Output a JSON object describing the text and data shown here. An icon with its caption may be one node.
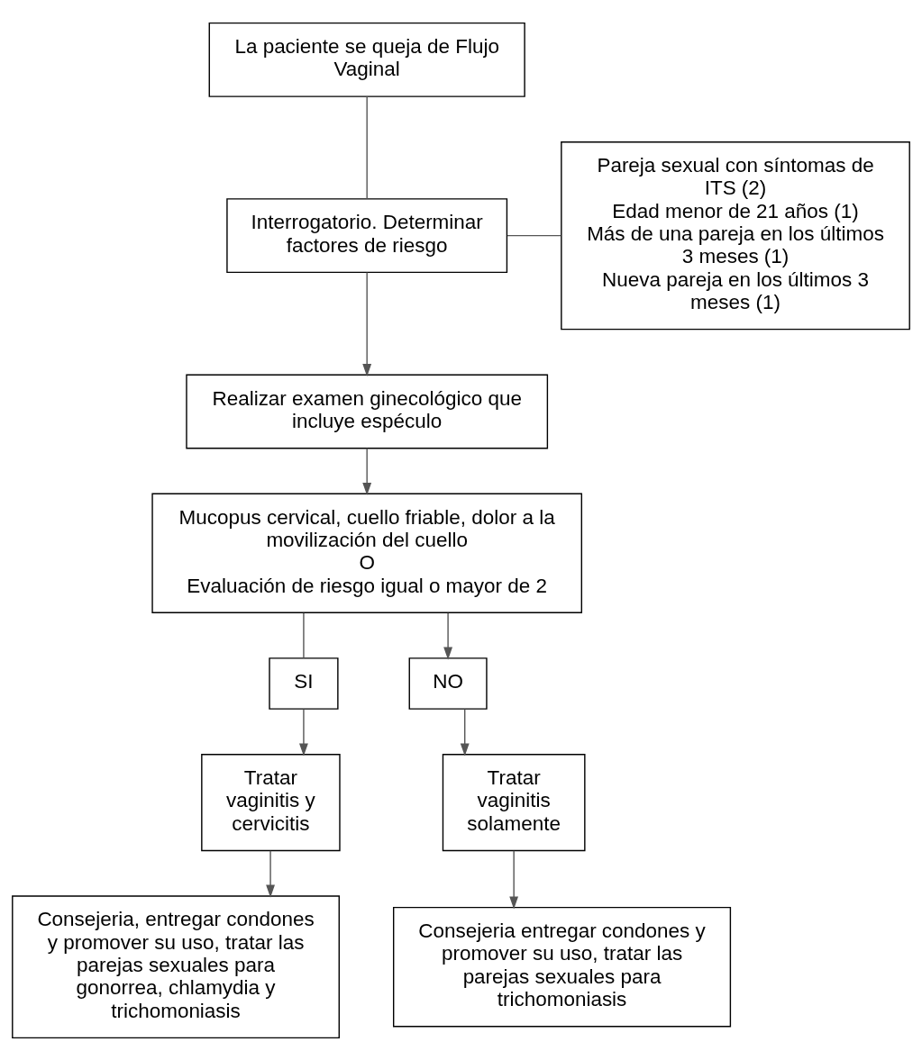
{
  "diagram": {
    "nodes": [
      {
        "text": [
          "La paciente se queja de Flujo Vaginal"
        ]
      },
      {
        "text": [
          "Interrogatorio. Determinar factores de riesgo"
        ]
      },
      {
        "text": [
          "Pareja sexual con síntomas de ITS (2)",
          "Edad menor de 21 años (1)",
          "Más de una pareja en los últimos 3 meses (1)",
          "Nueva pareja en los últimos 3 meses (1)"
        ]
      },
      {
        "text": [
          "Realizar examen ginecológico que incluye espéculo"
        ]
      },
      {
        "text": [
          "Mucopus cervical, cuello friable, dolor a la movilización del cuello",
          "O",
          "Evaluación de riesgo igual o mayor de 2"
        ]
      },
      {
        "text": [
          "SI"
        ]
      },
      {
        "text": [
          "NO"
        ]
      },
      {
        "text": [
          "Tratar vaginitis y cervicitis"
        ]
      },
      {
        "text": [
          "Tratar vaginitis solamente"
        ]
      },
      {
        "text": [
          "Consejeria, entregar condones y promover su uso, tratar las parejas sexuales para gonorrea, chlamydia y trichomoniasis"
        ]
      },
      {
        "text": [
          "Consejeria entregar condones y promover su uso, tratar las parejas sexuales para trichomoniasis"
        ]
      }
    ],
    "edges": [
      {
        "from": 0,
        "to": 1,
        "arrow": "none"
      },
      {
        "from": 1,
        "to": 2,
        "arrow": "none"
      },
      {
        "from": 1,
        "to": 3,
        "arrow": "to"
      },
      {
        "from": 3,
        "to": 4,
        "arrow": "to"
      },
      {
        "from": 4,
        "to": 5,
        "arrow": "none"
      },
      {
        "from": 4,
        "to": 6,
        "arrow": "to"
      },
      {
        "from": 5,
        "to": 7,
        "arrow": "to"
      },
      {
        "from": 6,
        "to": 8,
        "arrow": "to"
      },
      {
        "from": 7,
        "to": 9,
        "arrow": "to"
      },
      {
        "from": 8,
        "to": 10,
        "arrow": "to"
      }
    ]
  }
}
